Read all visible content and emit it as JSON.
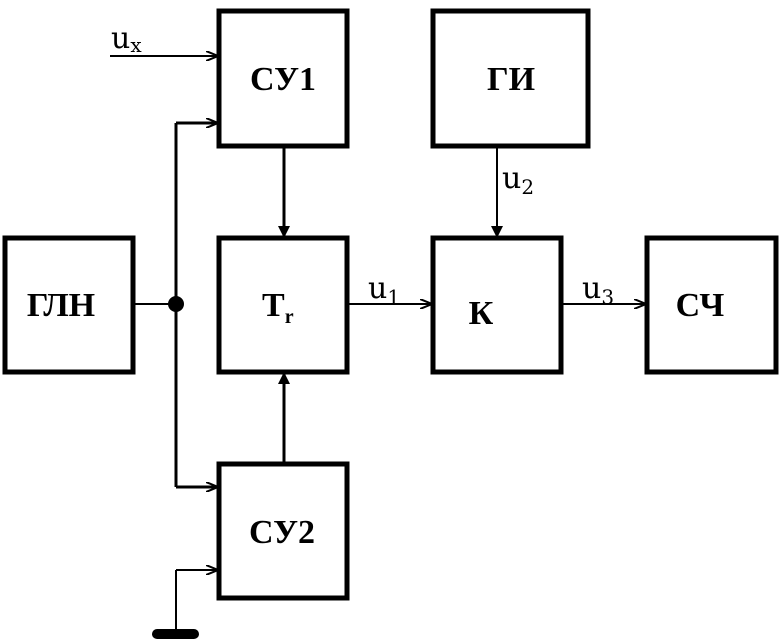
{
  "blocks": {
    "su1": "СУ1",
    "gi": "ГИ",
    "gln": "ГЛН",
    "tr_main": "T",
    "tr_sub": "r",
    "k": "К",
    "sch": "СЧ",
    "su2": "СУ2"
  },
  "signals": {
    "ux_main": "u",
    "ux_sub": "x",
    "u1_main": "u",
    "u1_sub": "1",
    "u2_main": "u",
    "u2_sub": "2",
    "u3_main": "u",
    "u3_sub": "3"
  },
  "colors": {
    "stroke": "#000000",
    "background": "#ffffff"
  }
}
